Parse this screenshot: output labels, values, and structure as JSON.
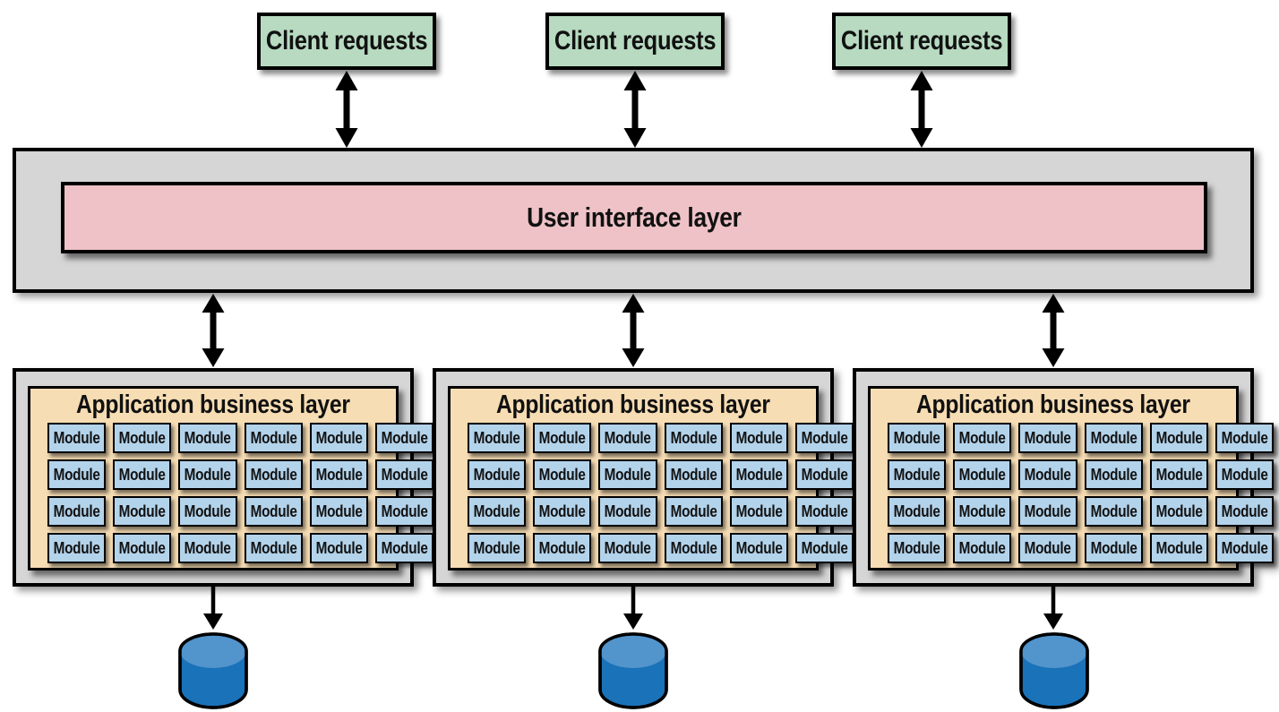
{
  "client_boxes": [
    {
      "label": "Client requests"
    },
    {
      "label": "Client requests"
    },
    {
      "label": "Client requests"
    }
  ],
  "ui_layer": {
    "label": "User interface layer"
  },
  "app_containers": [
    {
      "title": "Application business layer",
      "module_label": "Module",
      "rows": 4,
      "cols": 6
    },
    {
      "title": "Application business layer",
      "module_label": "Module",
      "rows": 4,
      "cols": 6
    },
    {
      "title": "Application business layer",
      "module_label": "Module",
      "rows": 4,
      "cols": 6
    }
  ],
  "databases": [
    {
      "icon": "database-cylinder"
    },
    {
      "icon": "database-cylinder"
    },
    {
      "icon": "database-cylinder"
    }
  ],
  "colors": {
    "background": "#ffffff",
    "border": "#000000",
    "arrow": "#000000",
    "client_box_bg": "#b7dac0",
    "layer_container_bg": "#d6d6d6",
    "ui_inner_bg": "#eec2c7",
    "app_layer_bg": "#f7ddb4",
    "module_bg": "#b3d3eb",
    "database_body": "#1a72b9",
    "database_top": "#5294cc"
  }
}
